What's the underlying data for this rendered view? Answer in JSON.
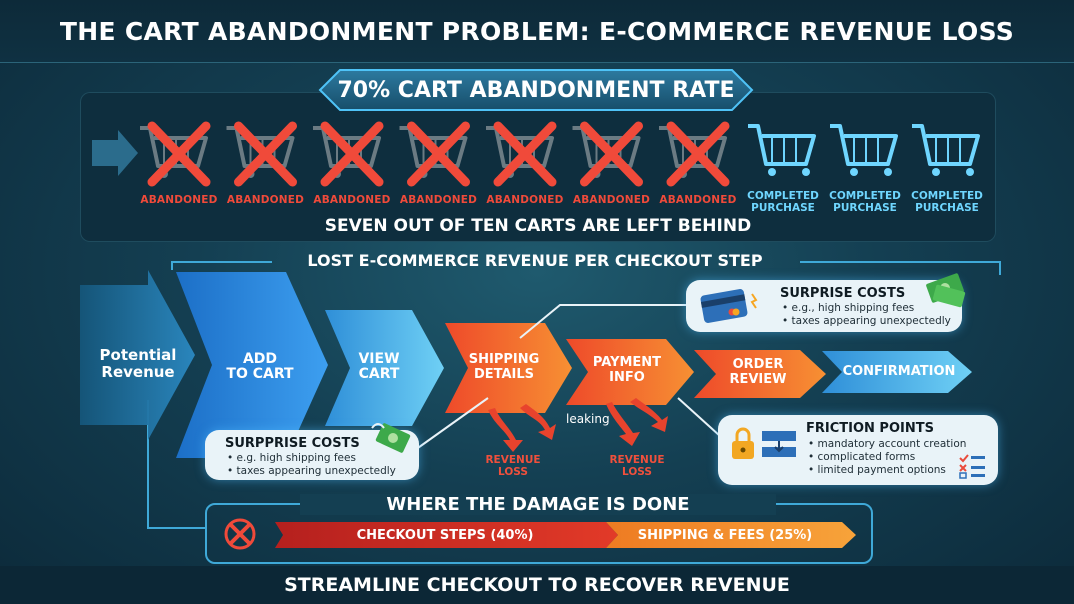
{
  "title": "THE CART ABANDONMENT PROBLEM: E-COMMERCE REVENUE LOSS",
  "rate_banner": "70% CART ABANDONMENT RATE",
  "carts": {
    "abandoned_label": "ABANDONED",
    "abandoned_count": 7,
    "completed_label_1": "COMPLETED",
    "completed_label_2": "PURCHASE",
    "completed_count": 3
  },
  "carts_caption": "SEVEN OUT OF TEN CARTS ARE LEFT BEHIND",
  "flow": {
    "heading": "LOST E-COMMERCE REVENUE PER CHECKOUT STEP",
    "start_label_1": "Potential",
    "start_label_2": "Revenue",
    "steps": [
      {
        "l1": "ADD",
        "l2": "TO CART"
      },
      {
        "l1": "VIEW",
        "l2": "CART"
      },
      {
        "l1": "SHIPPING",
        "l2": "DETAILS"
      },
      {
        "l1": "PAYMENT",
        "l2": "INFO"
      },
      {
        "l1": "ORDER",
        "l2": "REVIEW"
      },
      {
        "l1": "CONFIRMATION",
        "l2": ""
      }
    ],
    "leaking": "leaking",
    "revenue_loss_1": "REVENUE",
    "revenue_loss_2": "LOSS"
  },
  "callout_top": {
    "title": "SURPRISE COSTS",
    "line1": "• e.g., high shipping fees",
    "line2": "• taxes appearing unexpectedly"
  },
  "callout_left": {
    "title": "SURPPRISE COSTS",
    "line1": "• e.g. high shipping fees",
    "line2": "• taxes appearing unexpectedly"
  },
  "callout_right": {
    "title": "FRICTION POINTS",
    "line1": "• mandatory account creation",
    "line2": "• complicated forms",
    "line3": "• limited payment options"
  },
  "damage": {
    "heading": "WHERE THE DAMAGE IS DONE",
    "bar1": "CHECKOUT STEPS (40%)",
    "bar1_value": 40,
    "bar2": "SHIPPING & FEES (25%)",
    "bar2_value": 25
  },
  "footer": "STREAMLINE CHECKOUT TO RECOVER REVENUE",
  "colors": {
    "abandoned": "#f04a3a",
    "completed": "#6fd6ff",
    "blue_step": "#3aa6e6",
    "orange_step": "#f26a2b"
  }
}
